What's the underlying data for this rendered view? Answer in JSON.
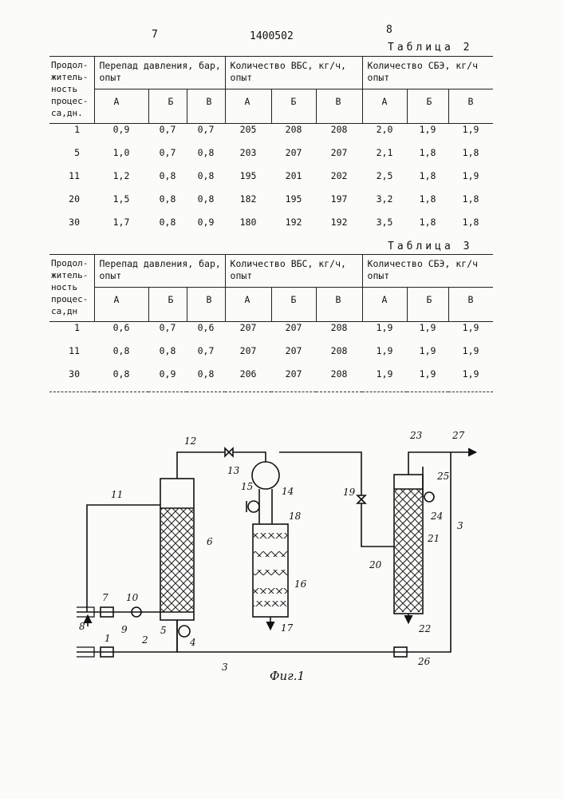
{
  "header": {
    "page_left": "7",
    "patent_number": "1400502",
    "page_right": "8"
  },
  "table2": {
    "title": "Таблица 2",
    "row_header": [
      "Продол-",
      "житель-",
      "ность",
      "процес-",
      "са,дн."
    ],
    "groups": [
      "Перепад давления, бар, опыт",
      "Количество ВБС, кг/ч, опыт",
      "Количество СБЭ, кг/ч опыт"
    ],
    "subcols": [
      "А",
      "Б",
      "В",
      "А",
      "Б",
      "В",
      "А",
      "Б",
      "В"
    ],
    "rows": [
      [
        "1",
        "0,9",
        "0,7",
        "0,7",
        "205",
        "208",
        "208",
        "2,0",
        "1,9",
        "1,9"
      ],
      [
        "5",
        "1,0",
        "0,7",
        "0,8",
        "203",
        "207",
        "207",
        "2,1",
        "1,8",
        "1,8"
      ],
      [
        "11",
        "1,2",
        "0,8",
        "0,8",
        "195",
        "201",
        "202",
        "2,5",
        "1,8",
        "1,9"
      ],
      [
        "20",
        "1,5",
        "0,8",
        "0,8",
        "182",
        "195",
        "197",
        "3,2",
        "1,8",
        "1,8"
      ],
      [
        "30",
        "1,7",
        "0,8",
        "0,9",
        "180",
        "192",
        "192",
        "3,5",
        "1,8",
        "1,8"
      ]
    ]
  },
  "table3": {
    "title": "Таблица 3",
    "row_header": [
      "Продол-",
      "житель-",
      "ность",
      "процес-",
      "са,дн"
    ],
    "groups": [
      "Перепад давления, бар, опыт",
      "Количество ВБС, кг/ч, опыт",
      "Количество СБЭ, кг/ч опыт"
    ],
    "subcols": [
      "А",
      "Б",
      "В",
      "А",
      "Б",
      "В",
      "А",
      "Б",
      "В"
    ],
    "rows": [
      [
        "1",
        "0,6",
        "0,7",
        "0,6",
        "207",
        "207",
        "208",
        "1,9",
        "1,9",
        "1,9"
      ],
      [
        "11",
        "0,8",
        "0,8",
        "0,7",
        "207",
        "207",
        "208",
        "1,9",
        "1,9",
        "1,9"
      ],
      [
        "30",
        "0,8",
        "0,9",
        "0,8",
        "206",
        "207",
        "208",
        "1,9",
        "1,9",
        "1,9"
      ]
    ]
  },
  "figure": {
    "caption": "Фиг.1",
    "labels": {
      "n1": "1",
      "n2": "2",
      "n3a": "3",
      "n3b": "3",
      "n4": "4",
      "n5": "5",
      "n6": "6",
      "n7": "7",
      "n8": "8",
      "n9": "9",
      "n10": "10",
      "n11": "11",
      "n12": "12",
      "n13": "13",
      "n14": "14",
      "n15": "15",
      "n16": "16",
      "n17": "17",
      "n18": "18",
      "n19": "19",
      "n20": "20",
      "n21": "21",
      "n22": "22",
      "n23": "23",
      "n24": "24",
      "n25": "25",
      "n26": "26",
      "n27": "27"
    }
  }
}
